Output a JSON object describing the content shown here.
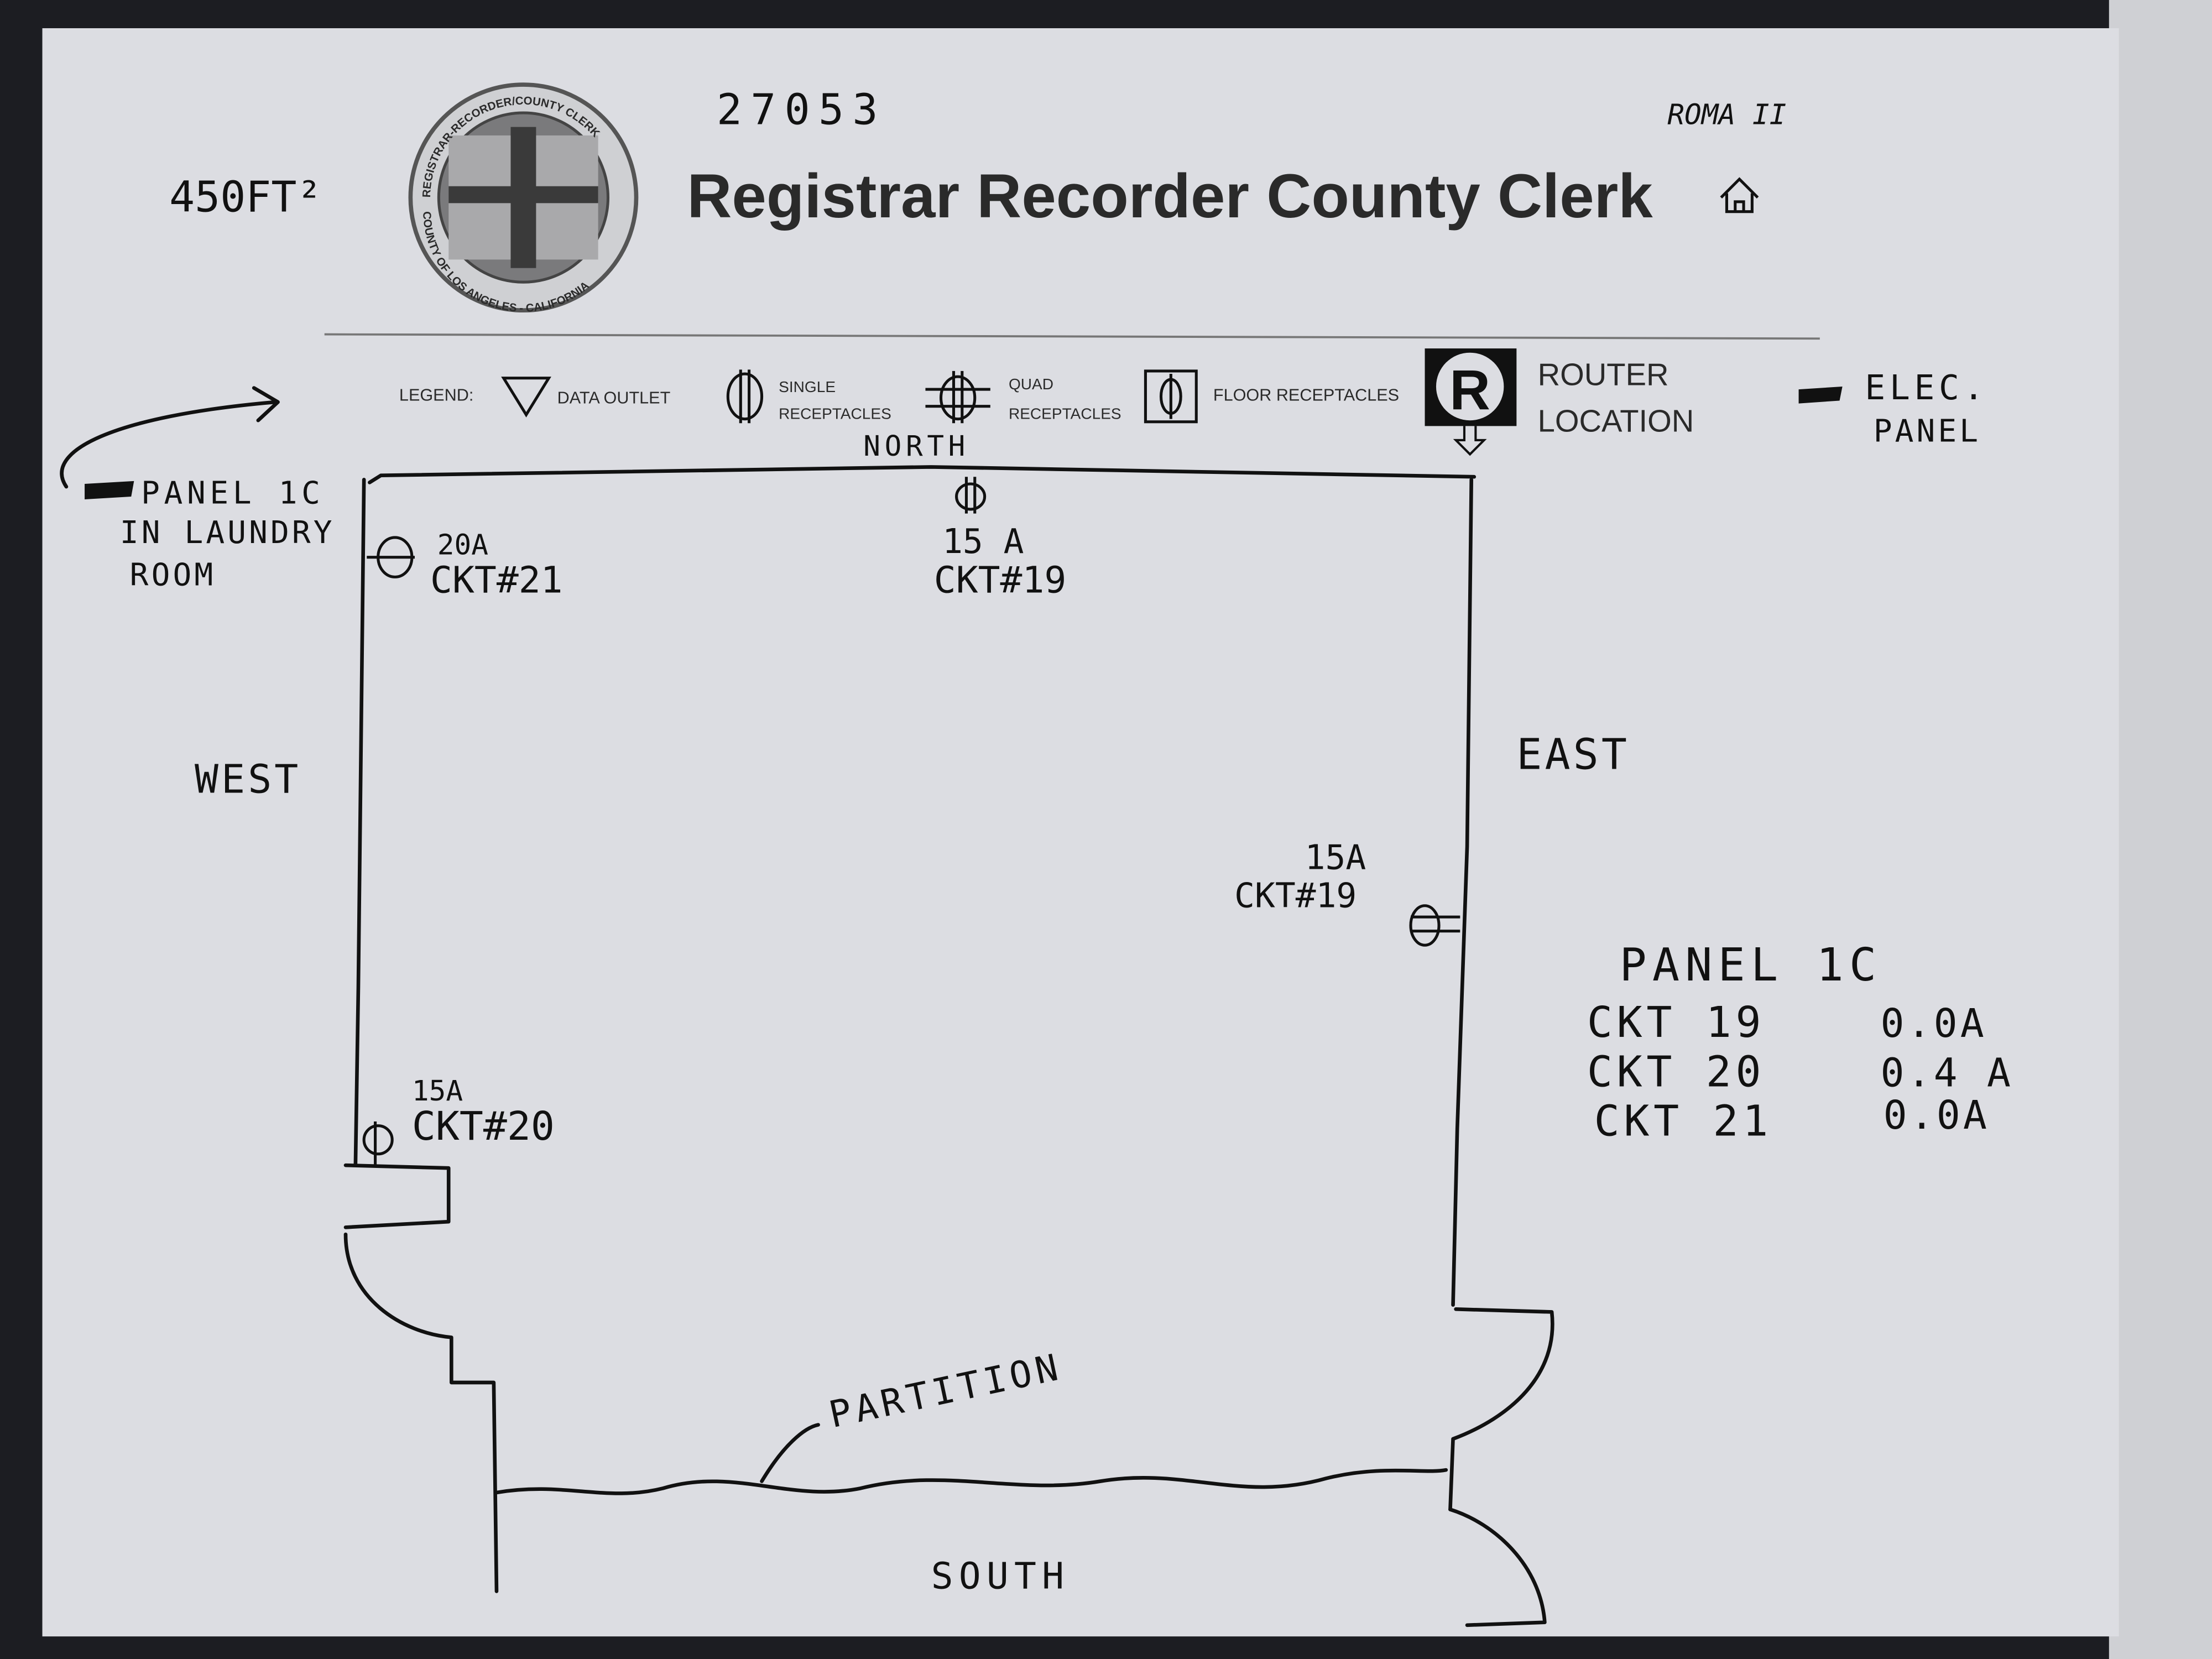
{
  "header": {
    "title": "Registrar Recorder County Clerk",
    "job_number": "27053",
    "area": "450FT²",
    "site": "ROMA II",
    "seal_text_top": "REGISTRAR-RECORDER/COUNTY CLERK",
    "seal_text_bottom": "COUNTY OF LOS ANGELES - CALIFORNIA",
    "home_icon": "home-icon"
  },
  "legend": {
    "label": "LEGEND:",
    "items": [
      {
        "icon": "triangle-down",
        "label": "DATA OUTLET"
      },
      {
        "icon": "single-receptacle",
        "label_line1": "SINGLE",
        "label_line2": "RECEPTACLES"
      },
      {
        "icon": "quad-receptacle",
        "label_line1": "QUAD",
        "label_line2": "RECEPTACLES"
      },
      {
        "icon": "floor-receptacle",
        "label": "FLOOR RECEPTACLES"
      },
      {
        "icon": "router",
        "label_line1": "ROUTER",
        "label_line2": "LOCATION"
      },
      {
        "icon": "elec-panel",
        "label_line1": "ELEC.",
        "label_line2": "PANEL"
      }
    ]
  },
  "plan": {
    "north": "NORTH",
    "south": "SOUTH",
    "east": "EAST",
    "west": "WEST",
    "partition": "PARTITION",
    "panel_note": [
      "PANEL 1C",
      "IN LAUNDRY",
      "ROOM"
    ],
    "receptacles": [
      {
        "wall": "west-upper",
        "amps": "20A",
        "circuit": "CKT#21"
      },
      {
        "wall": "north",
        "amps": "15 A",
        "circuit": "CKT#19"
      },
      {
        "wall": "east",
        "amps": "15A",
        "circuit": "CKT#19"
      },
      {
        "wall": "west-lower",
        "amps": "15A",
        "circuit": "CKT#20"
      }
    ]
  },
  "panel_table": {
    "title": "PANEL 1C",
    "rows": [
      {
        "circuit": "CKT 19",
        "load": "0.0A"
      },
      {
        "circuit": "CKT 20",
        "load": "0.4 A"
      },
      {
        "circuit": "CKT 21",
        "load": "0.0A"
      }
    ]
  }
}
